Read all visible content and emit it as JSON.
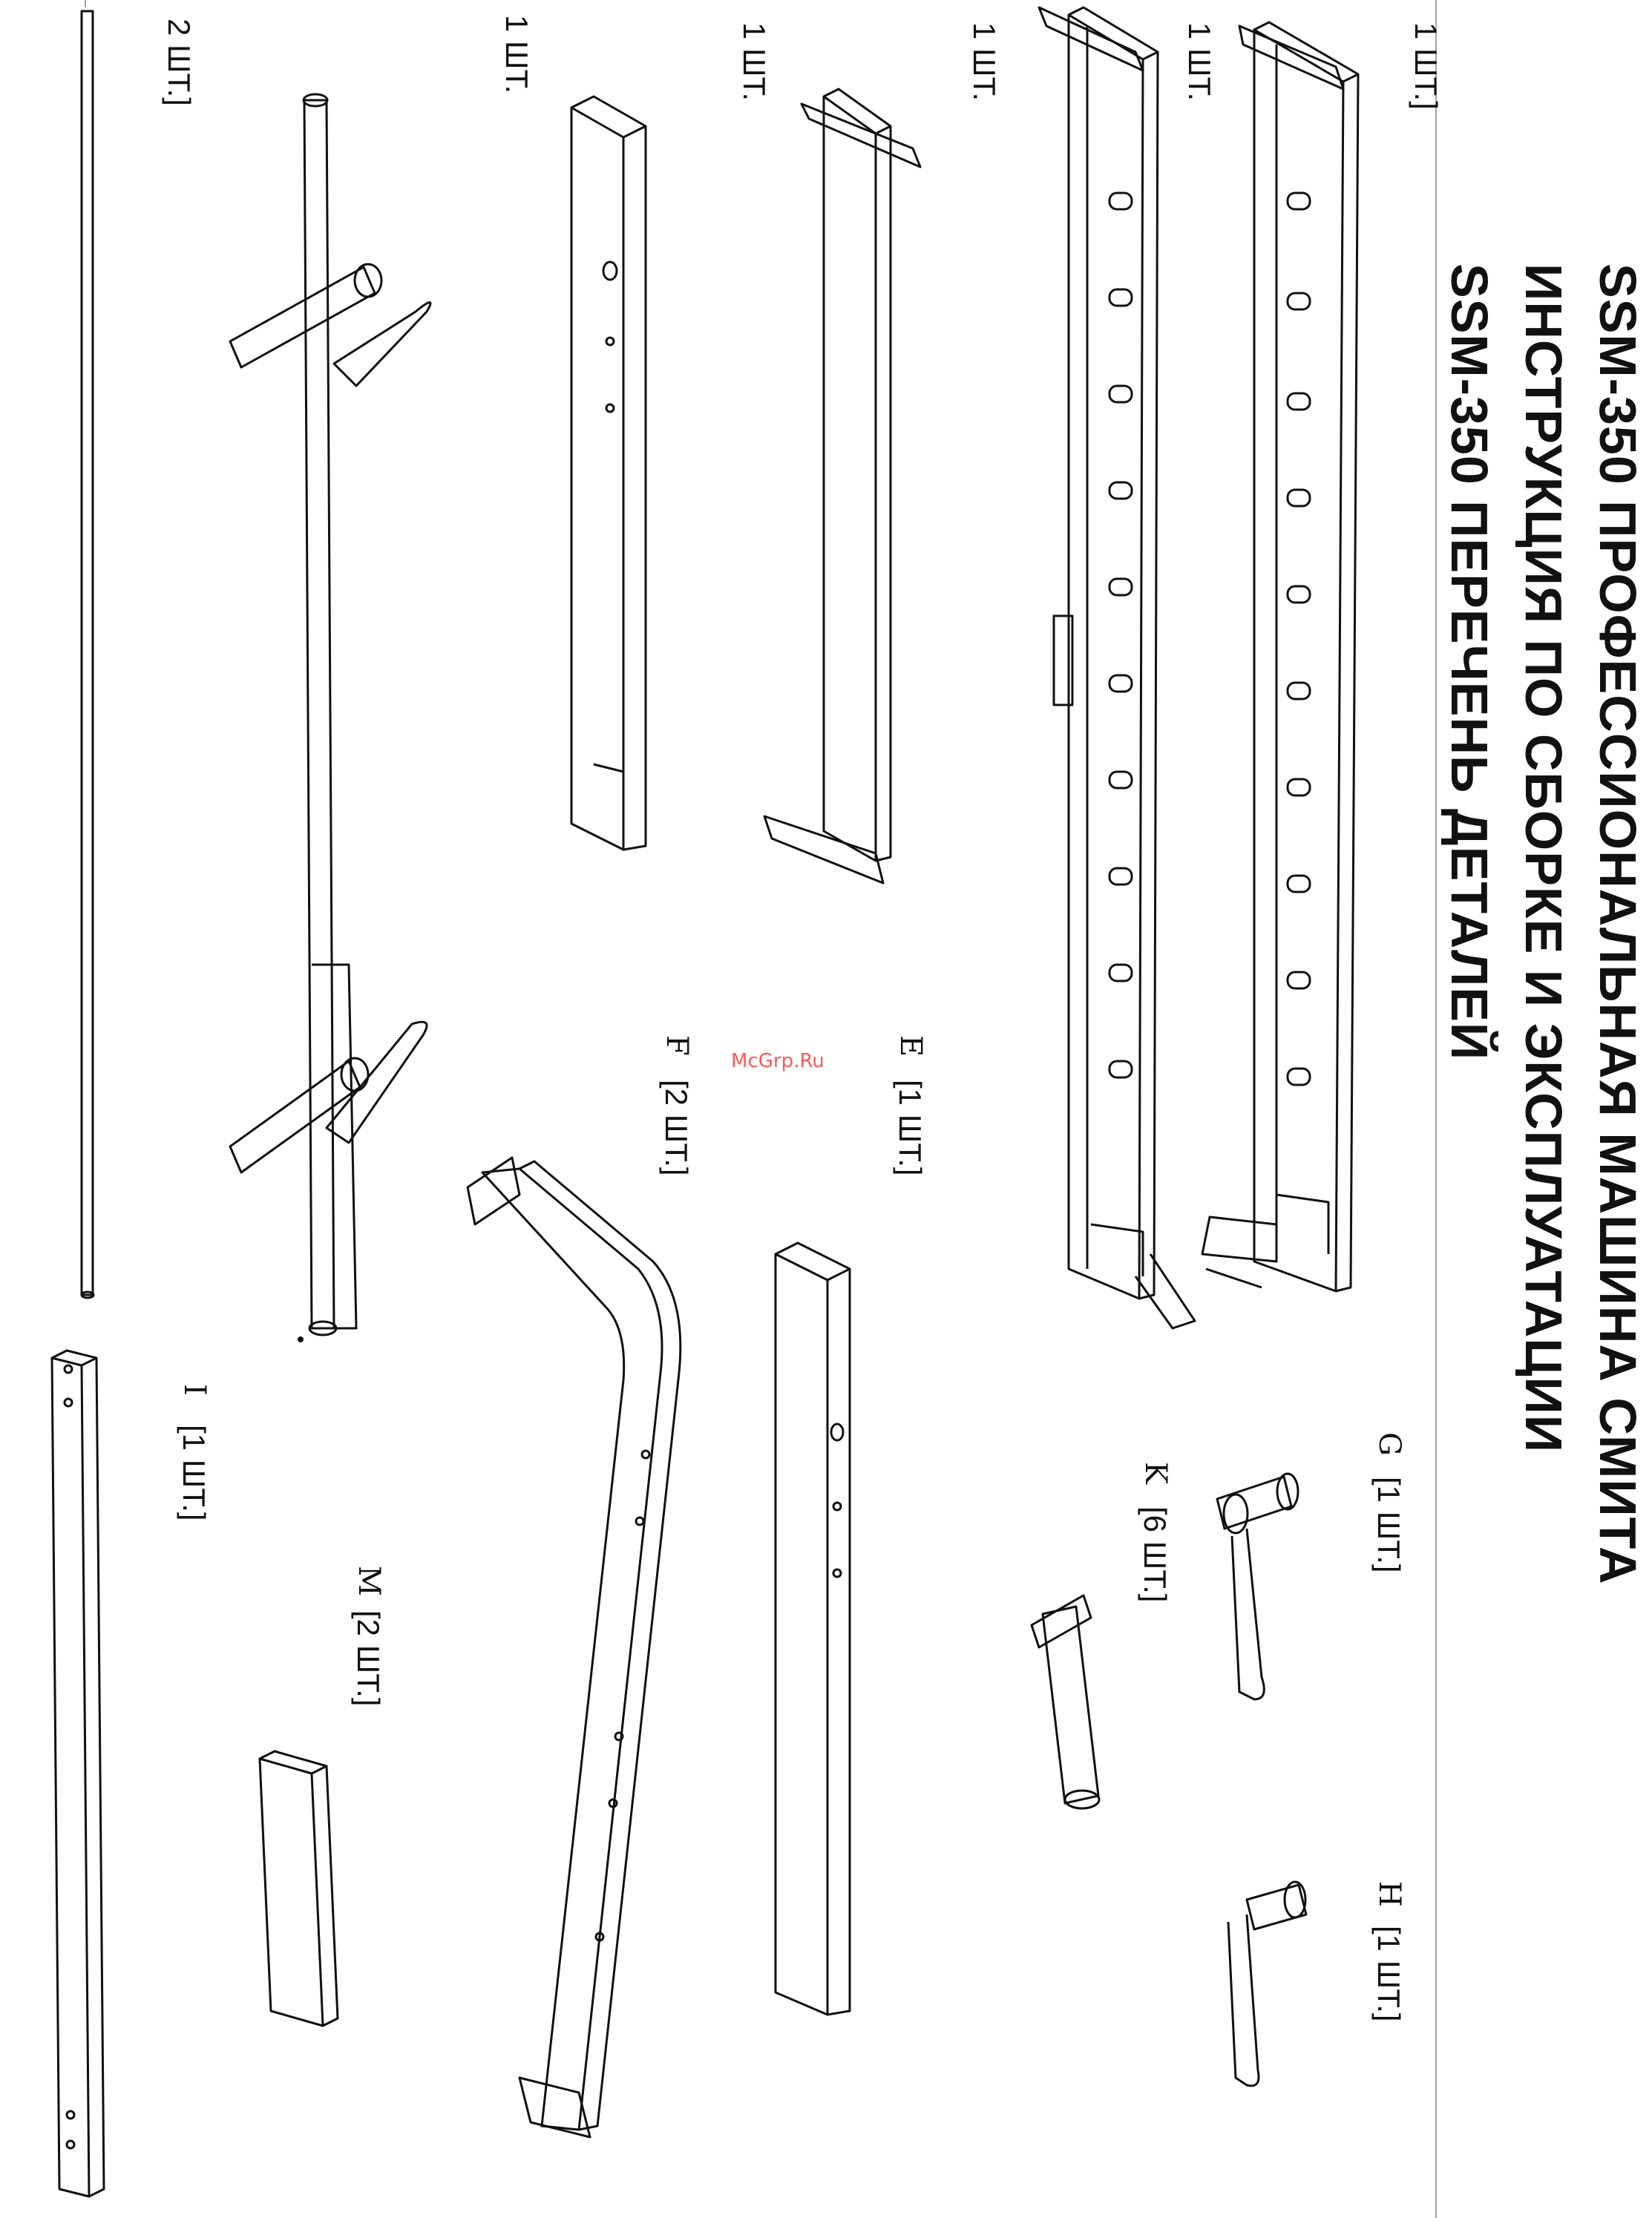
{
  "document": {
    "title_line1": "SSM-350 ПРОФЕССИОНАЛЬНАЯ МАШИНА СМИТА",
    "title_line2": "ИНСТРУКЦИЯ ПО СБОРКЕ И ЭКСПЛУАТАЦИИ",
    "title_line3": "SSM-350 ПЕРЕЧЕНЬ ДЕТАЛЕЙ"
  },
  "watermark": "McGrp.Ru",
  "parts": [
    {
      "id": "top-right",
      "qty": "1 ШТ.]"
    },
    {
      "id": "upright-2",
      "qty": "1 ШТ."
    },
    {
      "id": "upright-1",
      "qty": "1 ШТ."
    },
    {
      "id": "cross-1",
      "qty": "1 ШТ."
    },
    {
      "id": "post",
      "qty": "1 ШТ."
    },
    {
      "id": "bar",
      "qty": "2 ШТ.]"
    },
    {
      "id": "G",
      "label": "G",
      "qty": "[1 ШТ.]"
    },
    {
      "id": "H",
      "label": "H",
      "qty": "[1 ШТ.]"
    },
    {
      "id": "K",
      "label": "K",
      "qty": "[6 ШТ.]"
    },
    {
      "id": "E",
      "label": "E",
      "qty": "[1 ШТ.]"
    },
    {
      "id": "F",
      "label": "F",
      "qty": "[2 ШТ.]"
    },
    {
      "id": "I",
      "label": "I",
      "qty": "[1 ШТ.]"
    },
    {
      "id": "M",
      "label": "M",
      "qty": "[2 ШТ.]"
    }
  ],
  "icons": [
    "upright-frame-drawing",
    "crossbar-drawing",
    "smith-bar-drawing",
    "curved-tube-drawing",
    "square-tube-drawing",
    "safety-hook-drawing",
    "peg-drawing",
    "bracket-drawing",
    "rod-drawing"
  ]
}
